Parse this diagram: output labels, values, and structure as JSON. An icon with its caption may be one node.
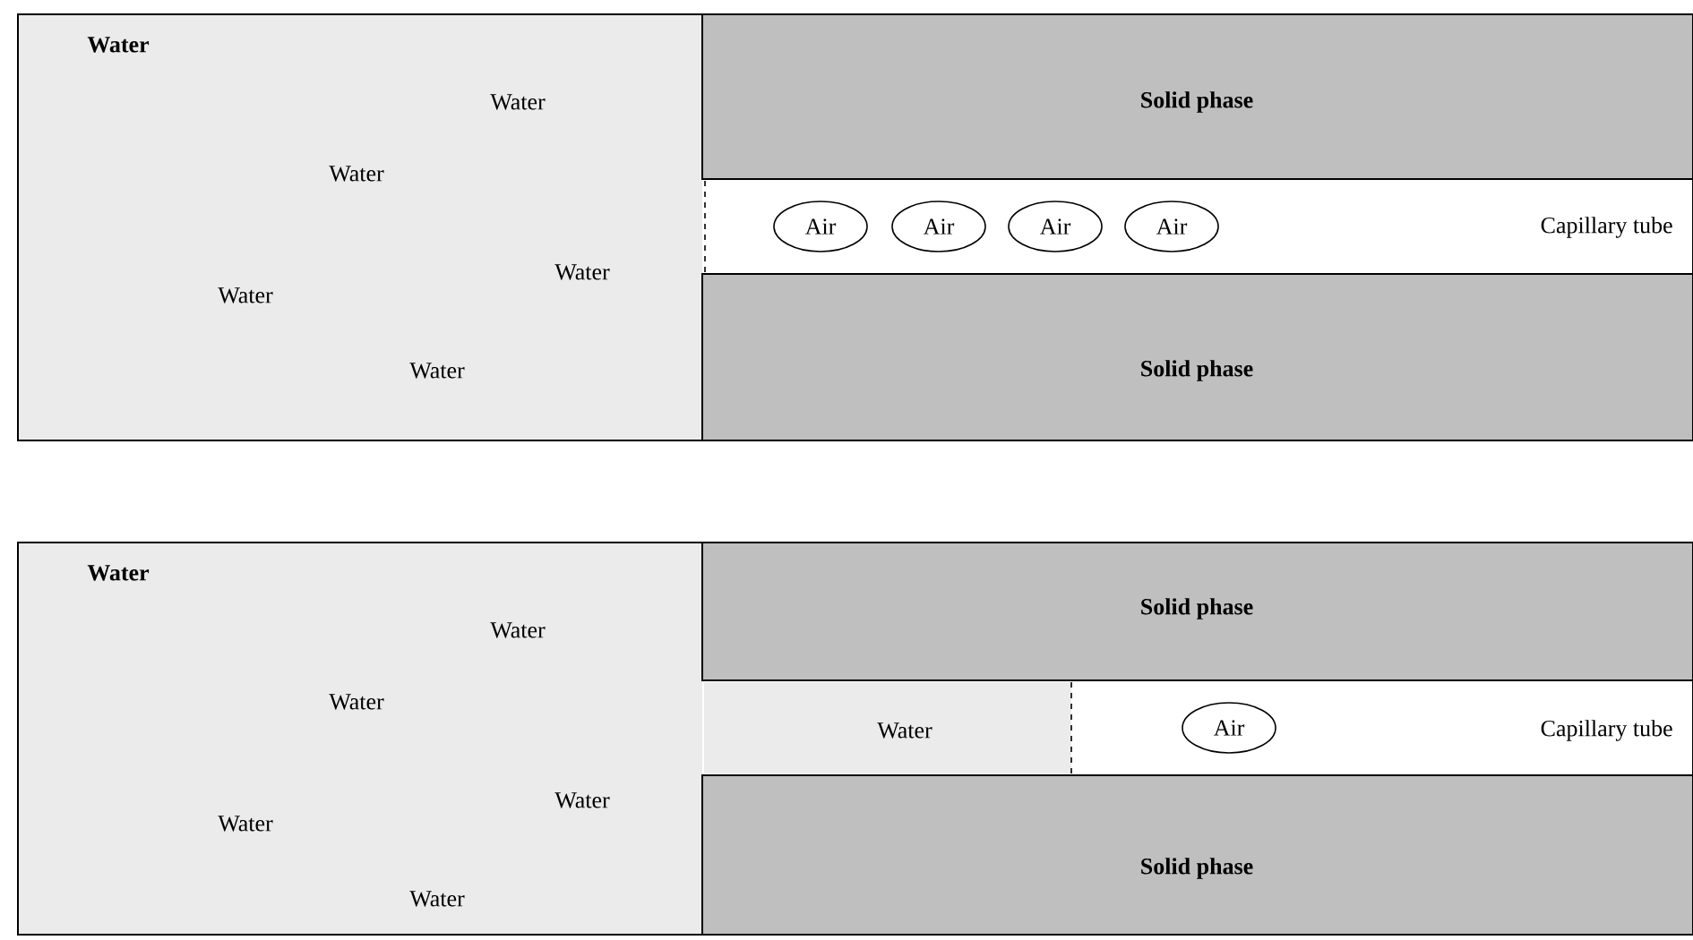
{
  "diagram": {
    "nodes": [
      {
        "text": [
          "Water",
          "Water",
          "Water",
          "Water",
          "Water",
          "Water"
        ]
      },
      {
        "text": [
          "Solid phase"
        ]
      },
      {
        "text": [
          "Capillary tube"
        ]
      },
      {
        "text": [
          "Air"
        ],
        "in": 2
      },
      {
        "text": [
          "Air"
        ],
        "in": 2
      },
      {
        "text": [
          "Air"
        ],
        "in": 2
      },
      {
        "text": [
          "Air"
        ],
        "in": 2
      },
      {
        "text": [
          "Solid phase"
        ]
      },
      {
        "text": [
          "Water",
          "Water",
          "Water",
          "Water",
          "Water",
          "Water"
        ]
      },
      {
        "text": [
          "Solid phase"
        ]
      },
      {
        "text": [
          "Capillary tube"
        ]
      },
      {
        "text": [
          "Water"
        ],
        "in": 10
      },
      {
        "text": [
          "Air"
        ],
        "in": 10
      },
      {
        "text": [
          "Solid phase"
        ]
      }
    ]
  }
}
